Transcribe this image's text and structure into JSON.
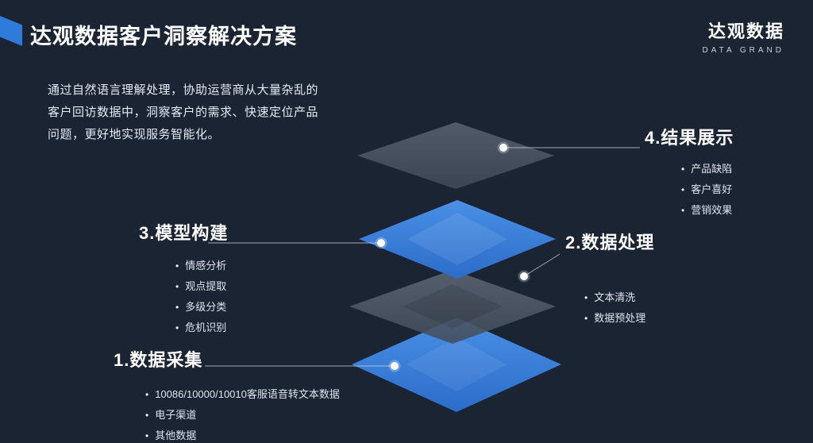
{
  "header": {
    "title": "达观数据客户洞察解决方案"
  },
  "logo": {
    "name": "达观数据",
    "subtitle": "DATA GRAND"
  },
  "intro": {
    "text": "通过自然语言理解处理，协助运营商从大量杂乱的客户回访数据中，洞察客户的需求、快速定位产品问题，更好地实现服务智能化。"
  },
  "steps": [
    {
      "label": "1.数据采集",
      "items": [
        "10086/10000/10010客服语音转文本数据",
        "电子渠道",
        "其他数据"
      ]
    },
    {
      "label": "2.数据处理",
      "items": [
        "文本清洗",
        "数据预处理"
      ]
    },
    {
      "label": "3.模型构建",
      "items": [
        "情感分析",
        "观点提取",
        "多级分类",
        "危机识别"
      ]
    },
    {
      "label": "4.结果展示",
      "items": [
        "产品缺陷",
        "客户喜好",
        "营销效果"
      ]
    }
  ],
  "colors": {
    "background": "#1a2433",
    "accent_blue": "#2e7bd9",
    "layer_blue": "#3579d8",
    "layer_gray": "#515b69"
  }
}
